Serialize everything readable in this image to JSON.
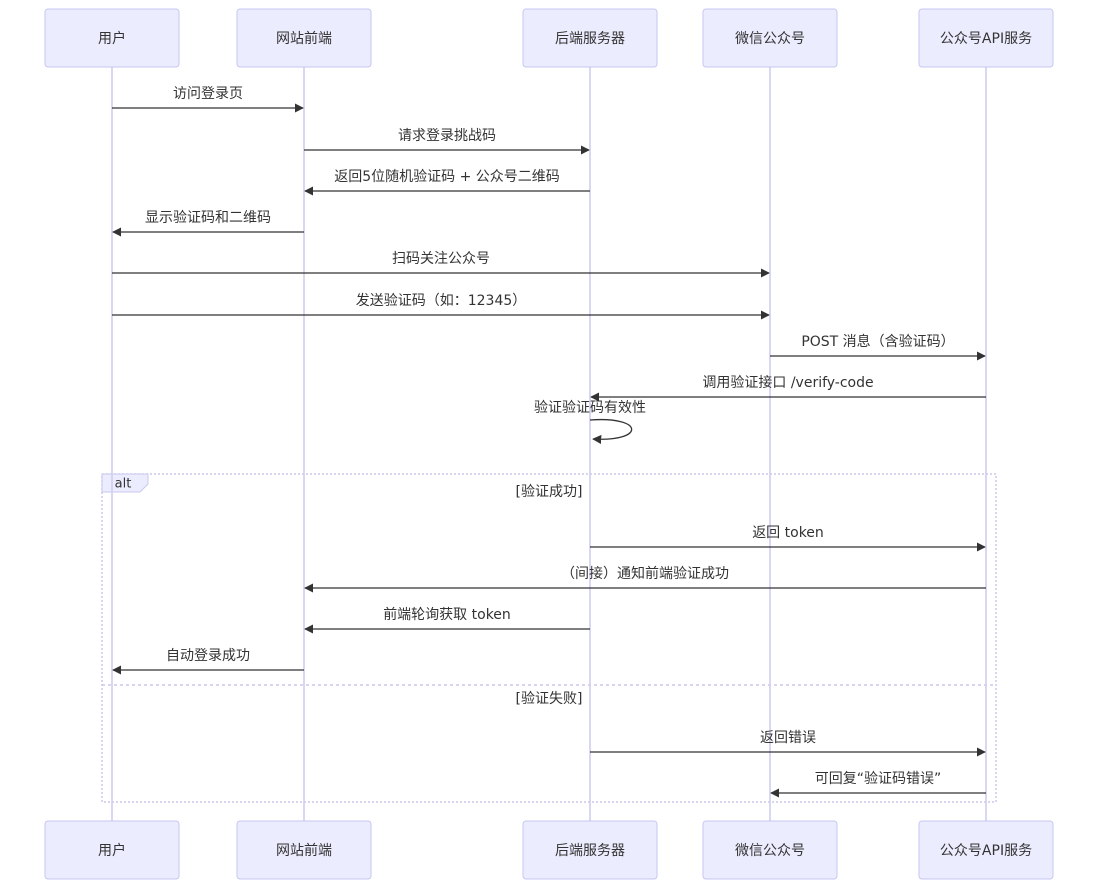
{
  "participants": [
    {
      "id": "user",
      "label": "用户"
    },
    {
      "id": "frontend",
      "label": "网站前端"
    },
    {
      "id": "backend",
      "label": "后端服务器"
    },
    {
      "id": "wechat",
      "label": "微信公众号"
    },
    {
      "id": "api",
      "label": "公众号API服务"
    }
  ],
  "messages": [
    {
      "from": "user",
      "to": "frontend",
      "label": "访问登录页"
    },
    {
      "from": "frontend",
      "to": "backend",
      "label": "请求登录挑战码"
    },
    {
      "from": "backend",
      "to": "frontend",
      "label": "返回5位随机验证码 + 公众号二维码"
    },
    {
      "from": "frontend",
      "to": "user",
      "label": "显示验证码和二维码"
    },
    {
      "from": "user",
      "to": "wechat",
      "label": "扫码关注公众号"
    },
    {
      "from": "user",
      "to": "wechat",
      "label": "发送验证码（如：12345）"
    },
    {
      "from": "wechat",
      "to": "api",
      "label": "POST 消息（含验证码）"
    },
    {
      "from": "api",
      "to": "backend",
      "label": "调用验证接口 /verify-code"
    },
    {
      "from": "backend",
      "to": "backend",
      "label": "验证验证码有效性"
    }
  ],
  "alt_frame": {
    "keyword": "alt",
    "sections": [
      {
        "condition": "[验证成功]",
        "messages": [
          {
            "from": "backend",
            "to": "api",
            "label": "返回 token"
          },
          {
            "from": "api",
            "to": "frontend",
            "label": "（间接）通知前端验证成功"
          },
          {
            "from": "backend",
            "to": "frontend",
            "label": "前端轮询获取 token"
          },
          {
            "from": "frontend",
            "to": "user",
            "label": "自动登录成功"
          }
        ]
      },
      {
        "condition": "[验证失败]",
        "messages": [
          {
            "from": "backend",
            "to": "api",
            "label": "返回错误"
          },
          {
            "from": "api",
            "to": "wechat",
            "label": "可回复“验证码错误”"
          }
        ]
      }
    ]
  },
  "colors": {
    "actor_fill": "#ECECFF",
    "actor_border": "#c6c6f2",
    "lifeline": "#cfcfef",
    "text": "#333333",
    "line": "#333333"
  }
}
